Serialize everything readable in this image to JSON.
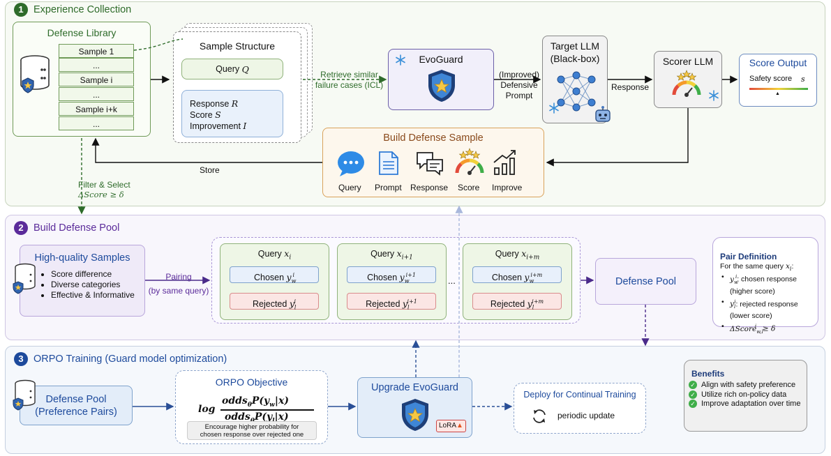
{
  "sections": {
    "s1": {
      "num": "1",
      "title": "Experience Collection"
    },
    "s2": {
      "num": "2",
      "title": "Build Defense Pool"
    },
    "s3": {
      "num": "3",
      "title": "ORPO Training (Guard model optimization)"
    }
  },
  "defense_library": {
    "title": "Defense Library",
    "cells": [
      "Sample 1",
      "...",
      "Sample i",
      "...",
      "Sample i+k",
      "..."
    ]
  },
  "sample_structure": {
    "title": "Sample Structure",
    "query": "Query ",
    "query_sym": "Q",
    "response": "Response ",
    "response_sym": "R",
    "score": "Score ",
    "score_sym": "S",
    "improvement": "Improvement ",
    "improvement_sym": "I"
  },
  "retrieve_label": [
    "Retrieve similar",
    "failure cases (ICL)"
  ],
  "evoguard": {
    "title": "EvoGuard"
  },
  "improved_label": [
    "(Improved)",
    "Defensive",
    "Prompt"
  ],
  "target_llm": {
    "title": [
      "Target LLM",
      "(Black-box)"
    ]
  },
  "response_label": "Response",
  "scorer_llm": {
    "title": "Scorer LLM"
  },
  "score_output": {
    "title": "Score Output",
    "label": "Safety score",
    "sym": "s"
  },
  "build_defense_sample": {
    "title": "Build Defense Sample",
    "items": [
      "Query",
      "Prompt",
      "Response",
      "Score",
      "Improve"
    ]
  },
  "store_label": "Store",
  "filter_label": [
    "Filter & Select",
    "ΔScore ≥ δ"
  ],
  "high_quality": {
    "title": "High-quality Samples",
    "bullets": [
      "Score difference",
      "Diverse categories",
      "Effective & Informative"
    ]
  },
  "pairing_label": [
    "Pairing",
    "(by same query)"
  ],
  "query_cards": [
    {
      "title": "Query ",
      "sub": "i",
      "chosen": "Chosen ",
      "chosen_sup": "i",
      "rejected": "Rejected ",
      "rejected_sup": "i"
    },
    {
      "title": "Query ",
      "sub": "i+1",
      "chosen": "Chosen ",
      "chosen_sup": "i+1",
      "rejected": "Rejected ",
      "rejected_sup": "i+1"
    },
    {
      "title": "Query ",
      "sub": "i+m",
      "chosen": "Chosen ",
      "chosen_sup": "i+m",
      "rejected": "Rejected ",
      "rejected_sup": "i+m"
    }
  ],
  "ellipsis": "...",
  "defense_pool": {
    "title": "Defense Pool"
  },
  "pair_definition": {
    "title": "Pair Definition",
    "intro": "For the same query ",
    "items": [
      ": chosen response (higher score)",
      ": rejected response (lower score)",
      "≥ δ"
    ]
  },
  "defense_pool_pref": {
    "title": [
      "Defense Pool",
      "(Preference Pairs)"
    ]
  },
  "orpo_objective": {
    "title": "ORPO Objective",
    "note": [
      "Encourage higher probability for",
      "chosen response over rejected one"
    ]
  },
  "upgrade_evoguard": {
    "title": "Upgrade EvoGuard",
    "badge": "LoRA"
  },
  "deploy": {
    "title": "Deploy for Continual Training",
    "label": "periodic update"
  },
  "benefits": {
    "title": "Benefits",
    "items": [
      "Align with safety preference",
      "Utilize rich on-policy data",
      "Improve adaptation over time"
    ]
  },
  "colors": {
    "green": "#2e6b2a",
    "purple": "#5b2b9a",
    "blue": "#1d4a9c",
    "brown": "#8a4a1c"
  }
}
